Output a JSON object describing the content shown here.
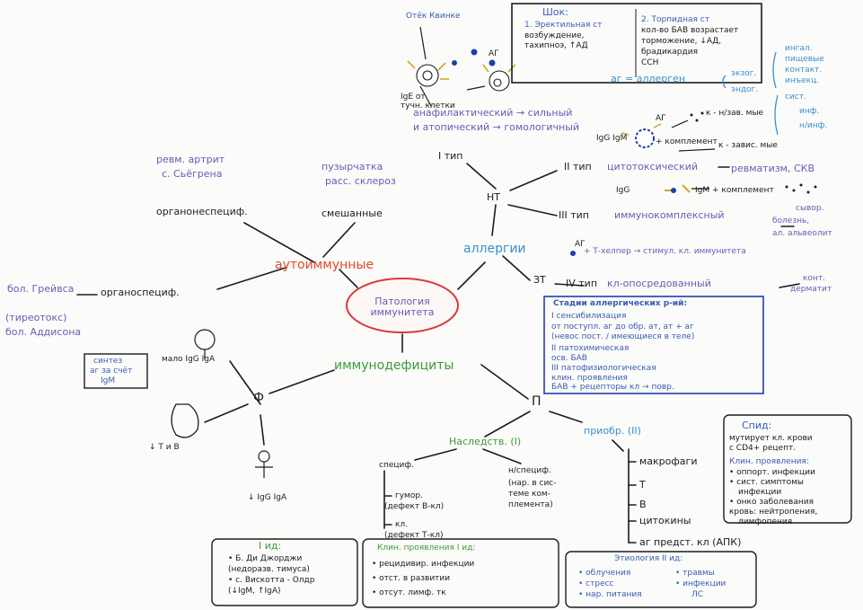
{
  "center": {
    "label": "Патология иммунитета"
  },
  "autoimmune": {
    "label": "аутоиммунные",
    "organ_nonspecific": {
      "label": "органонеспециф.",
      "examples": [
        "ревм. артрит",
        "с. Сьёгрена"
      ]
    },
    "mixed": {
      "label": "смешанные",
      "examples": [
        "пузырчатка",
        "расс. склероз"
      ]
    },
    "organ_specific": {
      "label": "органоспециф.",
      "examples": [
        "бол. Грейвса",
        "(тиреотокс)",
        "бол. Аддисона"
      ]
    }
  },
  "allergies": {
    "label": "аллергии",
    "ht": "НТ",
    "dt": "ЗТ",
    "type1": {
      "label": "I тип",
      "quincke": "Отёк Квинке",
      "ag": "АГ",
      "ige": "IgE от",
      "fixed": "тучн. клетки",
      "anaphylactic": "анафилактический → сильный",
      "atopic": "и атопический → гомологичный",
      "allergen": "аг = аллерген",
      "exo": "экзог.",
      "endo": "эндог.",
      "routes": [
        "ингал.",
        "пищевые",
        "контакт.",
        "инъекц."
      ],
      "forms": [
        "сист.",
        "инф.",
        "н/инф."
      ]
    },
    "shock": {
      "title": "Шок:",
      "stage1_title": "1. Эректильная ст",
      "stage1_text": [
        "возбуждение,",
        "тахипноэ, ↑АД"
      ],
      "stage2_title": "2. Торпидная ст",
      "stage2_text": [
        "кол-во БАВ возрастает",
        "торможение, ↓АД,",
        "брадикардия",
        "ССН"
      ]
    },
    "type2": {
      "label": "II тип",
      "name": "цитотоксический",
      "ag": "АГ",
      "complement": "+ комплемент",
      "k_indep": "к - н/зав. мые",
      "k_dep": "к - завис. мые",
      "ig": "IgG IgM",
      "diseases": "ревматизм, СКВ"
    },
    "type3": {
      "label": "III тип",
      "name": "иммунокомплексный",
      "igg": "IgG",
      "igm": "IgM + комплемент",
      "diseases": [
        "сывор.",
        "болезнь,",
        "ал. альвеолит"
      ]
    },
    "type4": {
      "label": "IV тип",
      "name": "кл-опосредованный",
      "ag": "АГ",
      "thelper": "+ Т-хелпер → стимул. кл. иммунитета",
      "diseases": [
        "конт.",
        "дерматит"
      ]
    },
    "stages": {
      "title": "Стадии аллергических р-ий:",
      "s1_title": "I сенсибилизация",
      "s1_text": [
        "от поступл. аг до обр. ат, ат + аг",
        "(невос пост. / имеющиеся в теле)"
      ],
      "s2_title": "II патохимическая",
      "s2_text": [
        "осв. БАВ"
      ],
      "s3_title": "III патофизиологическая",
      "s3_text": [
        "клин. проявления",
        "БАВ + рецепторы кл → повр."
      ]
    }
  },
  "immunodeficiency": {
    "label": "иммунодефициты",
    "f_label": "Ф",
    "p_label": "П",
    "physiological": {
      "little": "мало IgG IgA",
      "pregnancy": "↓ Т и В",
      "old": "↓ IgG IgA"
    },
    "synth_box": [
      "синтез",
      "аг за счёт",
      "IgM"
    ],
    "hereditary": {
      "label": "Наследств. (I)",
      "specific": "специф.",
      "humoral": "гумор.",
      "humoral_note": "(дефект В-кл)",
      "cell": "кл.",
      "cell_note": "(дефект Т-кл)",
      "nonspecific": "н/специф.",
      "nonspecific_note": [
        "(нар. в сис-",
        "теме ком-",
        "племента)"
      ]
    },
    "acquired": {
      "label": "приобр. (II)",
      "items": [
        "макрофаги",
        "Т",
        "В",
        "цитокины",
        "аг предст. кл (АПК)"
      ]
    },
    "aids_box": {
      "title": "Спид:",
      "lines": [
        "мутирует кл. крови",
        "с CD4+ рецепт."
      ],
      "clinic_title": "Клин. проявления:",
      "clinic": [
        "• оппорт. инфекции",
        "• сист. симптомы",
        "инфекции",
        "• онко заболевания",
        "кровь: нейтропения,",
        "лимфопения"
      ]
    },
    "box1": {
      "title": "I ид:",
      "lines": [
        "• Б. Ди Джорджи",
        "(недоразв. тимуса)",
        "• с. Вискотта - Олдр",
        "(↓IgM, ↑IgA)"
      ]
    },
    "box2": {
      "title": "Клин. проявления I ид:",
      "lines": [
        "• рецидивир. инфекции",
        "• отст. в развитии",
        "• отсут. лимф. тк"
      ]
    },
    "box3": {
      "title": "Этиология II ид:",
      "col1": [
        "• облучения",
        "• стресс",
        "• нар. питания"
      ],
      "col2": [
        "• травмы",
        "• инфекции",
        "ЛС"
      ]
    }
  },
  "colors": {
    "ink": "#1c1c1c",
    "blue": "#3a5bb5",
    "violet": "#6f58b8",
    "green": "#3c9a3c",
    "red": "#e04a2e",
    "cyan": "#3a8fd0"
  }
}
